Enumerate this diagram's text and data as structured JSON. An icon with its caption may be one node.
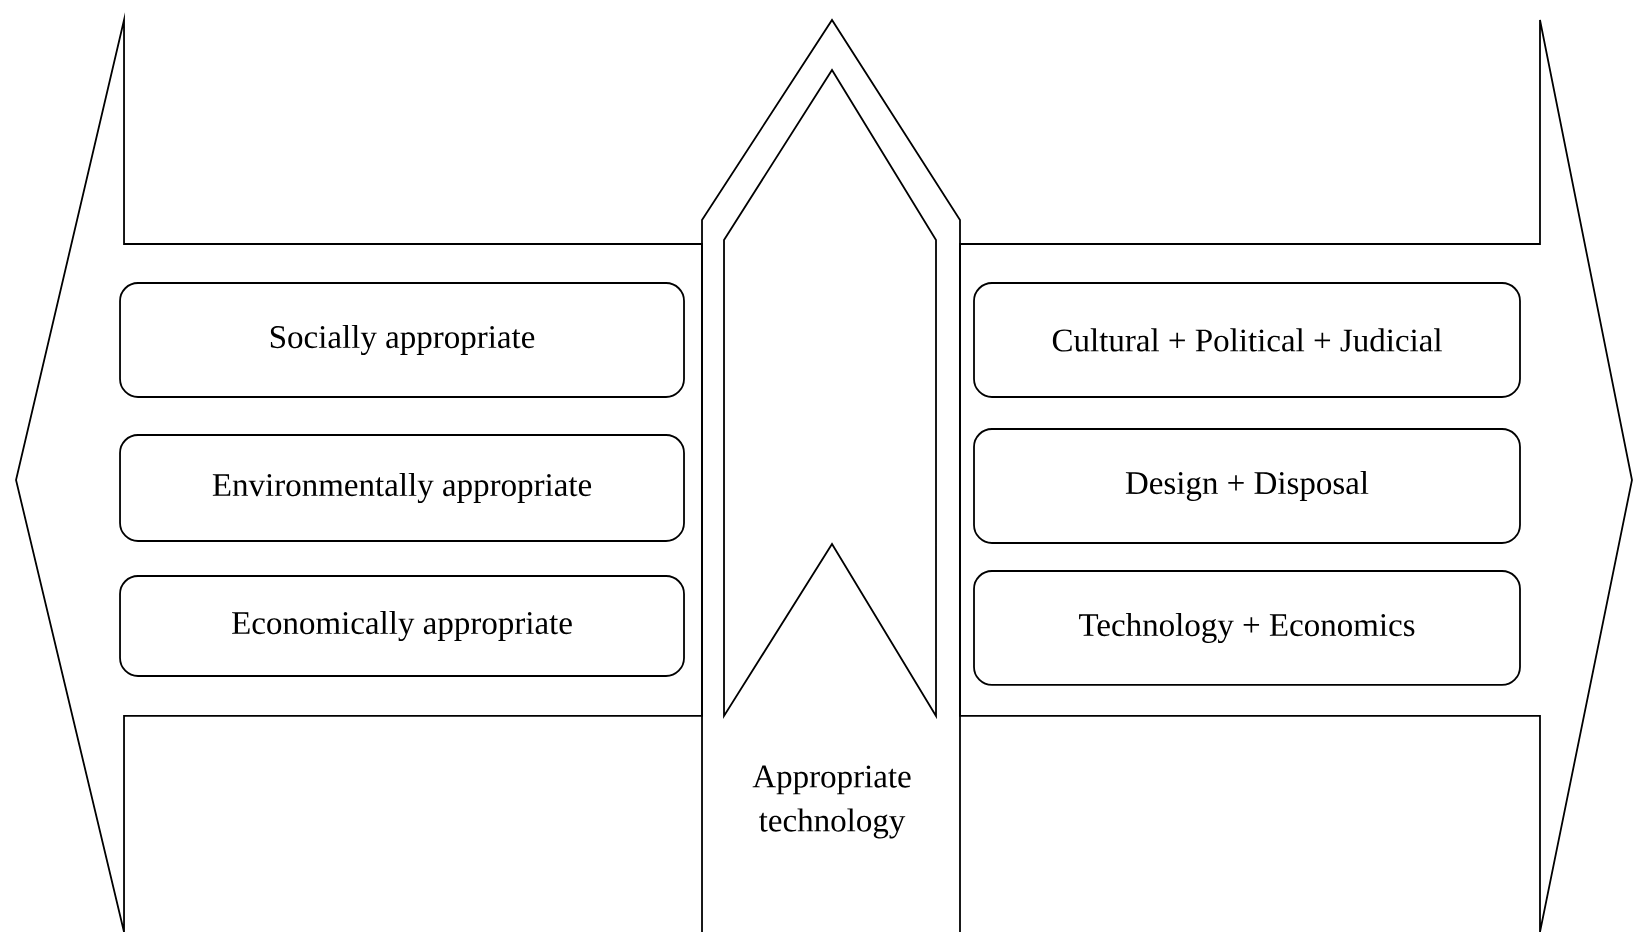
{
  "diagram": {
    "nodes": [
      {
        "text": [],
        "shape": "arrow"
      },
      {
        "text": [
          "Socially appropriate"
        ],
        "in": 0
      },
      {
        "text": [
          "Environmentally appropriate"
        ],
        "in": 0
      },
      {
        "text": [
          "Economically appropriate"
        ],
        "in": 0
      },
      {
        "text": [
          "Appropriate technology"
        ]
      },
      {
        "text": [],
        "shape": "arrow"
      },
      {
        "text": [
          "Cultural + Political + Judicial"
        ],
        "in": 5
      },
      {
        "text": [
          "Design + Disposal"
        ],
        "in": 5
      },
      {
        "text": [
          "Technology + Economics"
        ],
        "in": 5
      }
    ]
  }
}
